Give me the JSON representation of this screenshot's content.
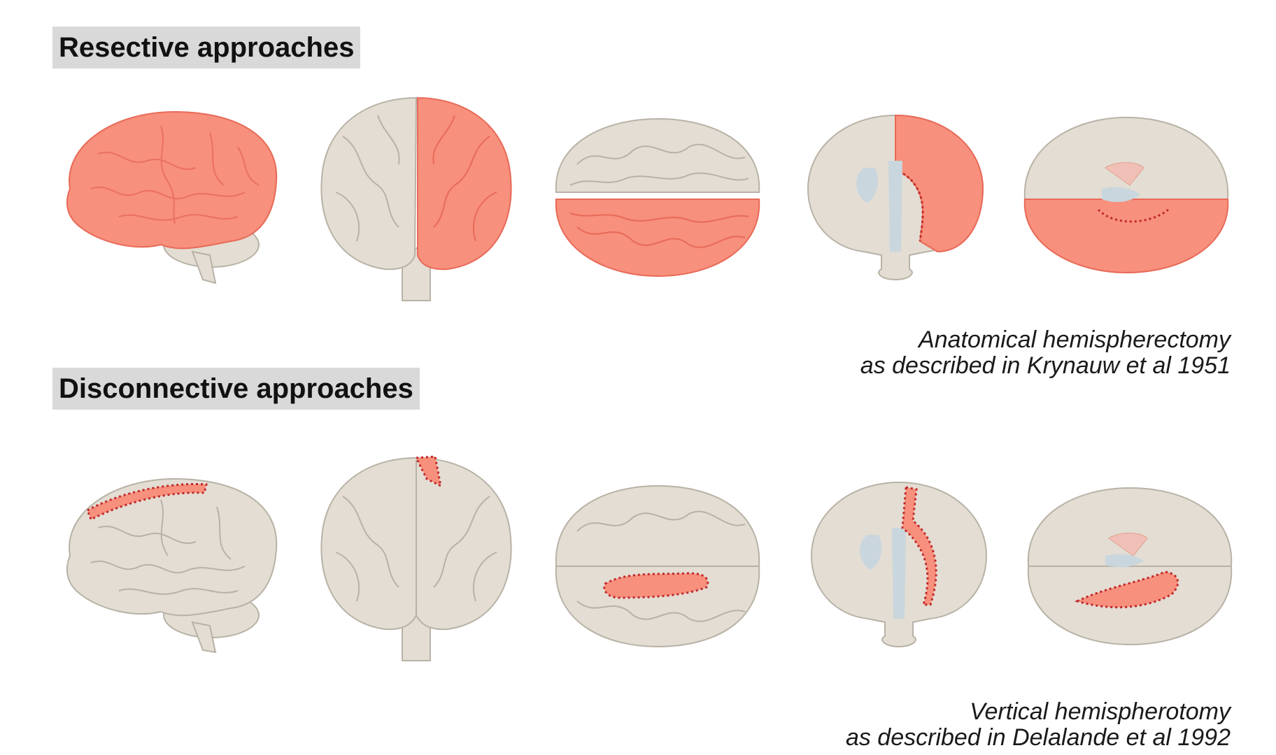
{
  "sections": [
    {
      "label": "Resective approaches",
      "caption": [
        "Anatomical hemispherectomy",
        "as described in Krynauw et al 1951"
      ]
    },
    {
      "label": "Disconnective approaches",
      "caption": [
        "Vertical hemispherotomy",
        "as described in Delalande et al 1992"
      ]
    }
  ],
  "colors": {
    "brain_grey": "#e3ddd3",
    "brain_outline": "#b8b2a6",
    "highlight": "#f7907c",
    "highlight_dark": "#e86a58",
    "dotted_line": "#c0282a",
    "ventricle": "#c9d6de",
    "label_bg": "#d9d9d9"
  }
}
